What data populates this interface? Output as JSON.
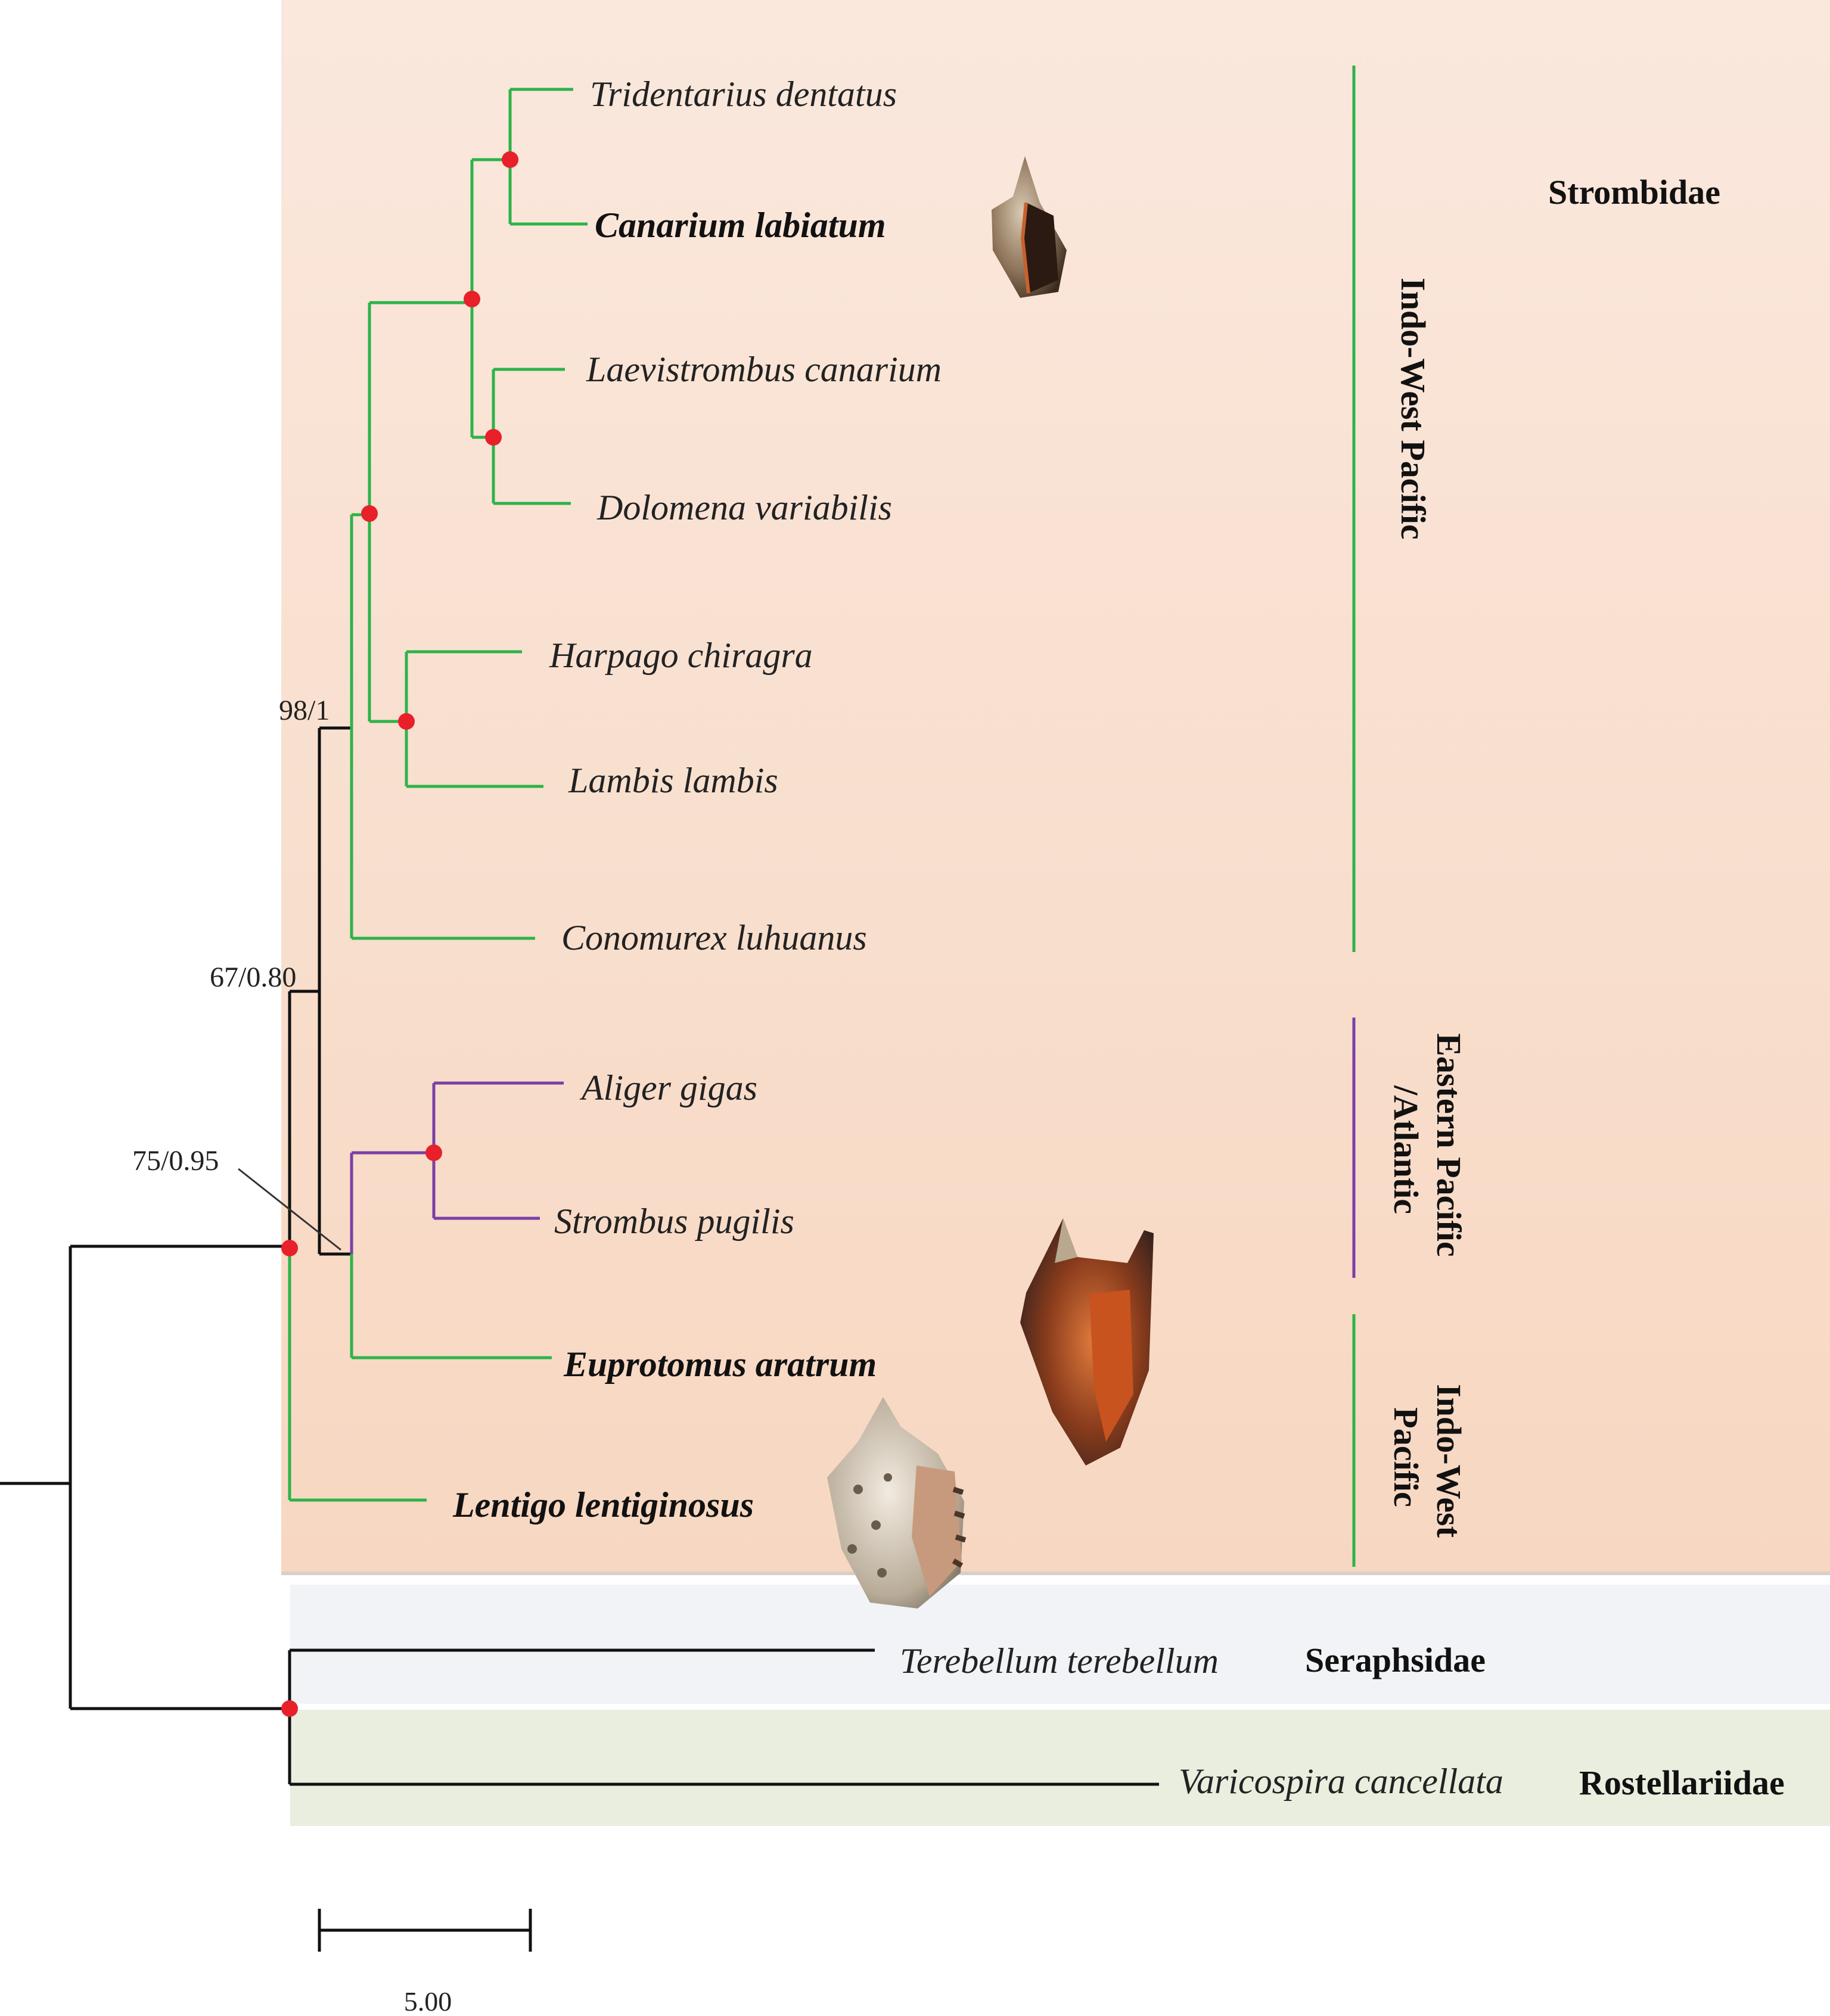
{
  "taxa": [
    {
      "name": "Tridentarius dentatus",
      "bold": false
    },
    {
      "name": "Canarium labiatum",
      "bold": true
    },
    {
      "name": "Laevistrombus canarium",
      "bold": false
    },
    {
      "name": "Dolomena variabilis",
      "bold": false
    },
    {
      "name": "Harpago chiragra",
      "bold": false
    },
    {
      "name": "Lambis lambis",
      "bold": false
    },
    {
      "name": "Conomurex luhuanus",
      "bold": false
    },
    {
      "name": "Aliger gigas",
      "bold": false
    },
    {
      "name": "Strombus pugilis",
      "bold": false
    },
    {
      "name": "Euprotomus aratrum",
      "bold": true
    },
    {
      "name": "Lentigo lentiginosus",
      "bold": true
    },
    {
      "name": "Terebellum terebellum",
      "bold": false
    },
    {
      "name": "Varicospira cancellata",
      "bold": false
    }
  ],
  "families": {
    "strombidae": "Strombidae",
    "seraphsidae": "Seraphsidae",
    "rostellariidae": "Rostellariidae"
  },
  "regions": {
    "indo_west_pacific_1": "Indo-West Pacific",
    "eastern_pacific_line1": "Eastern Pacific",
    "eastern_pacific_line2": "/Atlantic",
    "indo_west_pacific_2_line1": "Indo-West",
    "indo_west_pacific_2_line2": "Pacific"
  },
  "support_values": {
    "node_98": "98/1",
    "node_67": "67/0.80",
    "node_75": "75/0.95"
  },
  "scale_bar": {
    "label": "5.00",
    "value": 5.0
  },
  "colors": {
    "indo_pacific_branch": "#2db34a",
    "atlantic_branch": "#7b3fa6",
    "outgroup_branch": "#111111",
    "node_marker": "#e8202a",
    "strombidae_bg": "#f8dcc8",
    "seraphsidae_bg": "#f1f3f6",
    "rostellariidae_bg": "#e9eedf"
  }
}
